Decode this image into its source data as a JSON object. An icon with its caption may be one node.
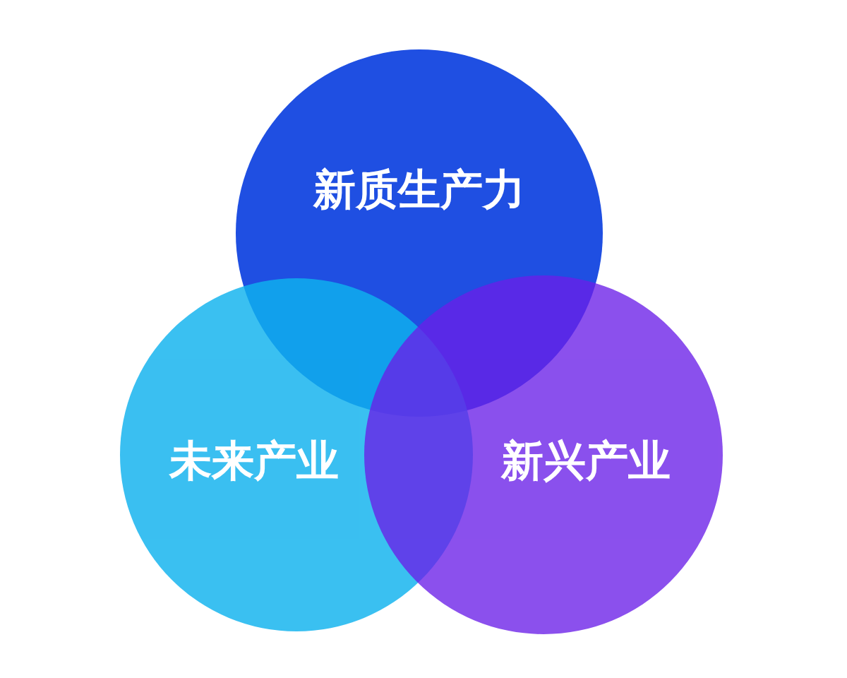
{
  "diagram": {
    "nodes": [
      {
        "text": [
          "新质生产力"
        ]
      },
      {
        "text": [
          "未来产业"
        ]
      },
      {
        "text": [
          "新兴产业"
        ]
      }
    ]
  }
}
